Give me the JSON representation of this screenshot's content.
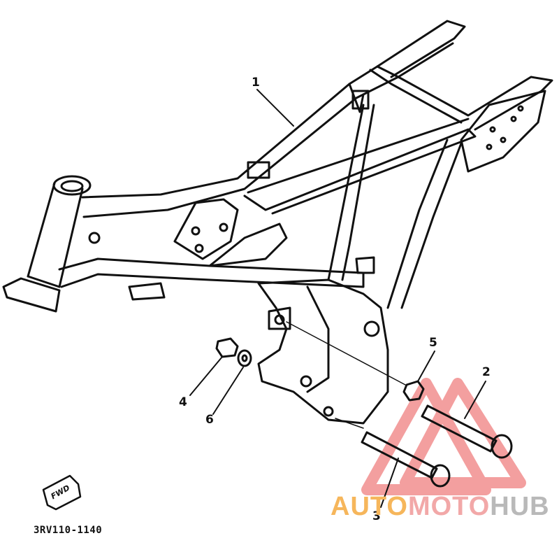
{
  "diagram": {
    "part_code": "3RV110-1140",
    "fwd_label": "FWD",
    "callouts": [
      {
        "id": "1",
        "label": "1"
      },
      {
        "id": "2",
        "label": "2"
      },
      {
        "id": "3",
        "label": "3"
      },
      {
        "id": "4",
        "label": "4"
      },
      {
        "id": "5",
        "label": "5"
      },
      {
        "id": "6",
        "label": "6"
      }
    ]
  },
  "watermark": {
    "part_a": "AUTO",
    "part_b": "MOTO",
    "part_c": "HUB",
    "colors": {
      "auto": "#f6b65b",
      "moto": "#f2a8a8",
      "hub": "#b9b9b9",
      "triangle": "#f08080"
    }
  }
}
